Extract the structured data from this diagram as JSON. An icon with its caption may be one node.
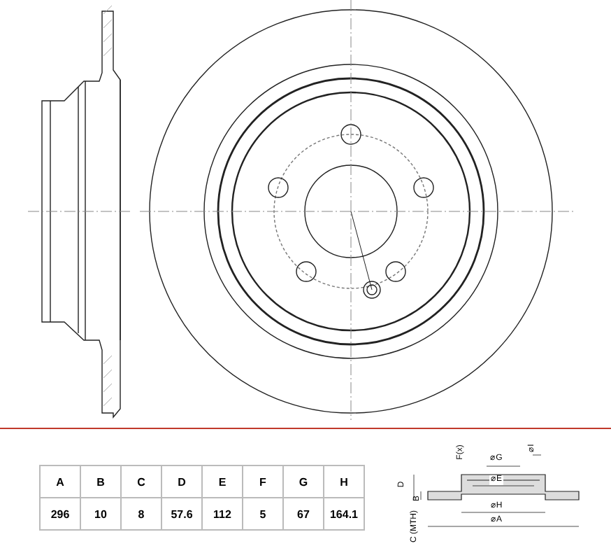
{
  "diagram": {
    "labels": [
      "A",
      "B",
      "C",
      "D",
      "E",
      "F",
      "G",
      "H",
      "296",
      "10",
      "8",
      "57.6",
      "112",
      "5",
      "67",
      "164.1",
      "⌀I",
      "F(x)",
      "⌀G",
      "⌀E",
      "D",
      "B",
      "C (MTH)",
      "⌀H",
      "⌀A"
    ]
  }
}
